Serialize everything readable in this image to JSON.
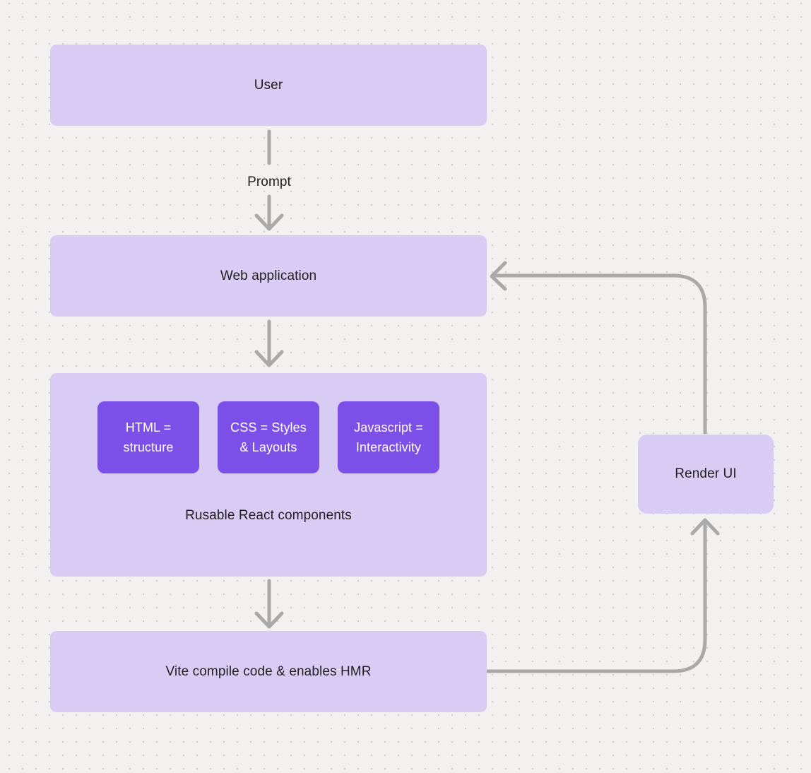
{
  "palette": {
    "background": "#F2F1EF",
    "dot": "#D1CEC9",
    "node_fill": "#D8CBF4",
    "chip_fill": "#7C4FE9",
    "arrow": "#A9A9A9",
    "text_dark": "#1F1F1F",
    "text_light": "#FFFFFF"
  },
  "nodes": {
    "user": {
      "label": "User"
    },
    "web_application": {
      "label": "Web application"
    },
    "components_group": {
      "caption": "Rusable React components",
      "chips": [
        {
          "label": "HTML =\nstructure"
        },
        {
          "label": "CSS = Styles\n& Layouts"
        },
        {
          "label": "Javascript =\nInteractivity"
        }
      ]
    },
    "vite": {
      "label": "Vite compile code & enables HMR"
    },
    "render_ui": {
      "label": "Render UI"
    }
  },
  "edges": {
    "prompt_label": "Prompt"
  }
}
